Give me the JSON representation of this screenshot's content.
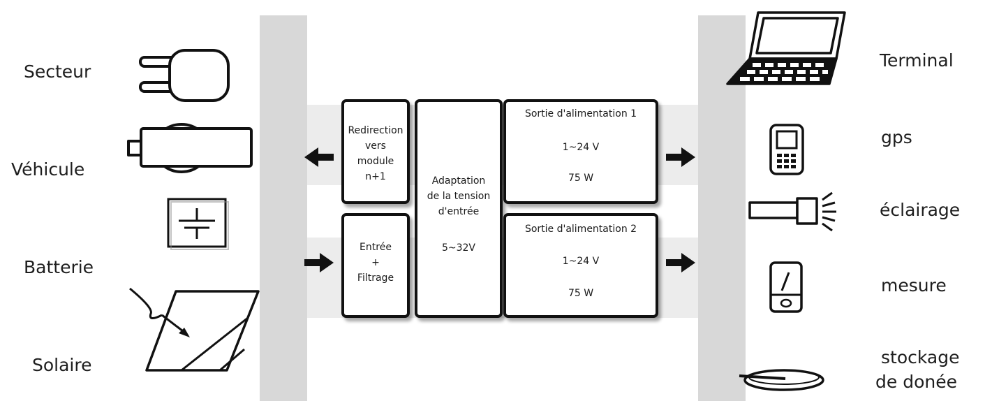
{
  "inputs": [
    "Secteur",
    "Véhicule",
    "Batterie",
    "Solaire"
  ],
  "outputs": [
    "Terminal",
    "gps",
    "éclairage",
    "mesure",
    "stockage",
    "de donée"
  ],
  "blocks": {
    "redirection": [
      "Redirection",
      "vers",
      "module",
      "n+1"
    ],
    "filtrage": [
      "Entrée",
      "+",
      "Filtrage"
    ],
    "adaptation": [
      "Adaptation",
      "de la tension",
      "d'entrée",
      "5~32V"
    ],
    "sortie1": [
      "Sortie d'alimentation 1",
      "1~24 V",
      "75 W"
    ],
    "sortie2": [
      "Sortie d'alimentation 2",
      "1~24 V",
      "75 W"
    ]
  },
  "icons": {
    "inputs": [
      "plug-icon",
      "car-charger-icon",
      "battery-icon",
      "solar-panel-icon"
    ],
    "outputs": [
      "laptop-icon",
      "gps-phone-icon",
      "flashlight-icon",
      "meter-icon",
      "disk-icon"
    ]
  },
  "colors": {
    "bus": "#d8d8d8",
    "band": "#ececec",
    "stroke": "#111111"
  }
}
